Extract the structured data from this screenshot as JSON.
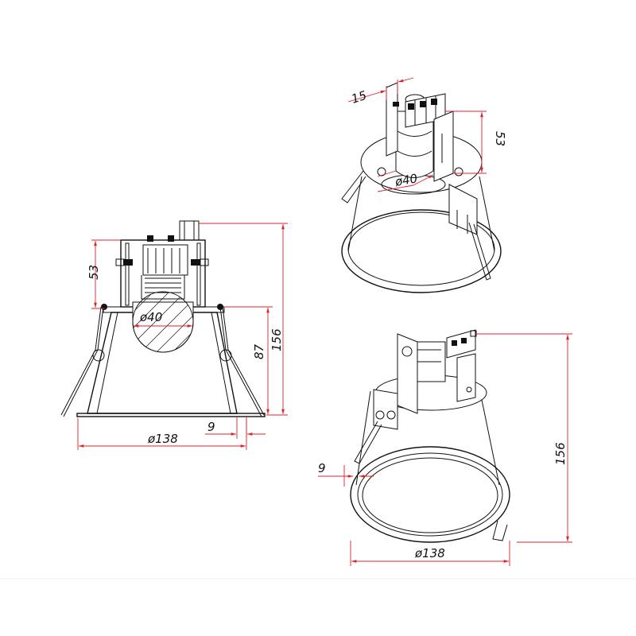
{
  "colors": {
    "dimension_line": "#e0202a",
    "drawing_line": "#111111",
    "background": "#ffffff"
  },
  "side_view": {
    "dim_53": "53",
    "dim_40": "ø40",
    "dim_87": "87",
    "dim_156": "156",
    "dim_9": "9",
    "dim_138": "ø138"
  },
  "top_iso_view": {
    "dim_15": "15",
    "dim_53": "53",
    "dim_40": "ø40"
  },
  "bottom_iso_view": {
    "dim_9": "9",
    "dim_156": "156",
    "dim_138": "ø138"
  }
}
